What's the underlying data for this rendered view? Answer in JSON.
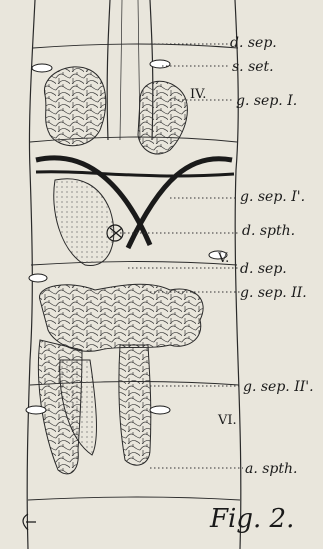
{
  "figure": {
    "caption": "Fig. 2.",
    "bg": "#e9e6dc",
    "ink": "#1a1a1a",
    "segments": [
      "IV.",
      "V.",
      "VI."
    ],
    "labels": [
      {
        "key": "d_sep_top",
        "text": "d. sep."
      },
      {
        "key": "s_set",
        "text": "s. set."
      },
      {
        "key": "g_sep_I",
        "text": "g. sep. I."
      },
      {
        "key": "g_sep_I_prime",
        "text": "g. sep. I'."
      },
      {
        "key": "d_spth",
        "text": "d. spth."
      },
      {
        "key": "d_sep_mid",
        "text": "d. sep."
      },
      {
        "key": "g_sep_II",
        "text": "g. sep. II."
      },
      {
        "key": "g_sep_II_prime",
        "text": "g. sep. II'."
      },
      {
        "key": "a_spth",
        "text": "a. spth."
      }
    ],
    "corner_mark": "c"
  }
}
